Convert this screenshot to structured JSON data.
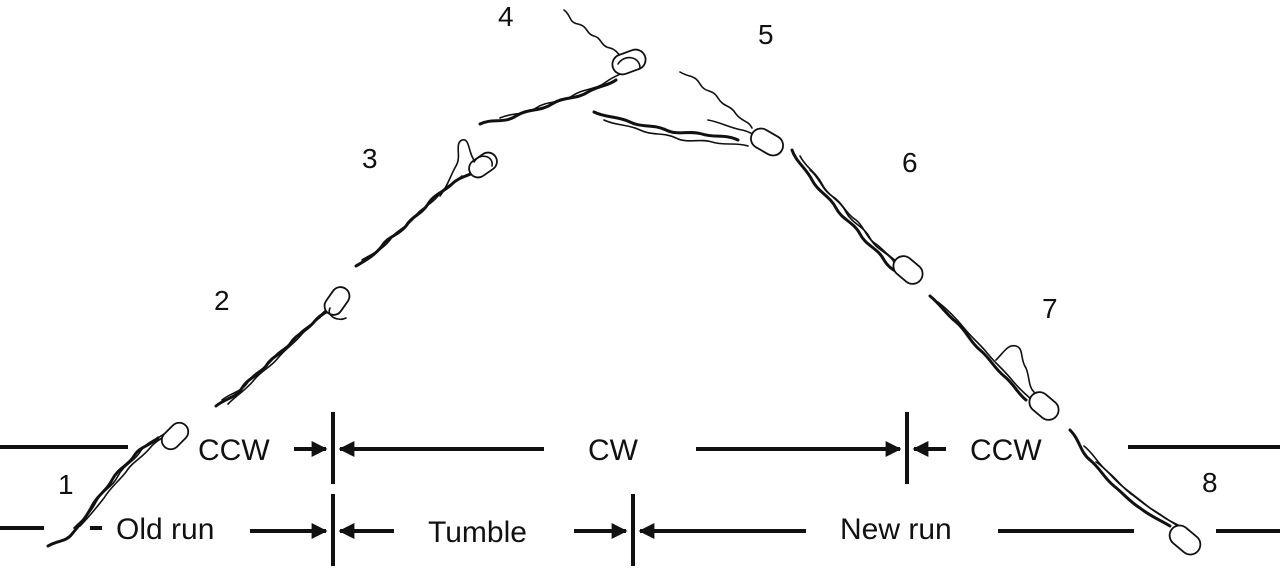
{
  "diagram": {
    "steps": [
      "1",
      "2",
      "3",
      "4",
      "5",
      "6",
      "7",
      "8"
    ],
    "motor_row": {
      "left": "CCW",
      "middle": "CW",
      "right": "CCW"
    },
    "phase_row": {
      "left": "Old run",
      "middle": "Tumble",
      "right": "New run"
    },
    "colors": {
      "ink": "#111111",
      "background": "#ffffff"
    }
  }
}
